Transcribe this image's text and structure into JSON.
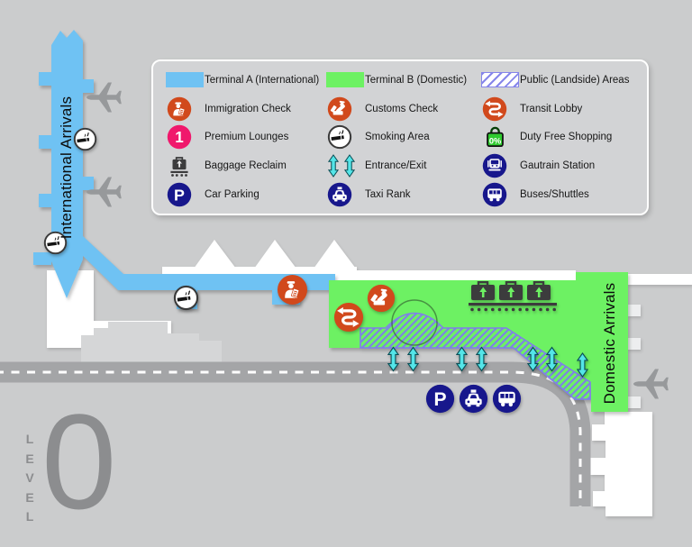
{
  "legend": {
    "items": [
      {
        "id": "terminal-a",
        "label": "Terminal A (International)"
      },
      {
        "id": "terminal-b",
        "label": "Terminal B (Domestic)"
      },
      {
        "id": "public-areas",
        "label": "Public (Landside) Areas"
      },
      {
        "id": "immigration",
        "label": "Immigration Check"
      },
      {
        "id": "customs",
        "label": "Customs Check"
      },
      {
        "id": "transit",
        "label": "Transit Lobby"
      },
      {
        "id": "premium-lounges",
        "label": "Premium Lounges"
      },
      {
        "id": "smoking",
        "label": "Smoking Area"
      },
      {
        "id": "duty-free",
        "label": "Duty Free Shopping"
      },
      {
        "id": "baggage",
        "label": "Baggage Reclaim"
      },
      {
        "id": "entrance-exit",
        "label": "Entrance/Exit"
      },
      {
        "id": "gautrain",
        "label": "Gautrain Station"
      },
      {
        "id": "parking",
        "label": "Car Parking"
      },
      {
        "id": "taxi",
        "label": "Taxi Rank"
      },
      {
        "id": "bus",
        "label": "Buses/Shuttles"
      }
    ],
    "glyphs": {
      "premium": "1",
      "parking": "P",
      "duty_free": "0%"
    }
  },
  "map": {
    "international_arrivals_label": "International Arrivals",
    "domestic_arrivals_label": "Domestic Arrivals",
    "level_letters": [
      "L",
      "E",
      "V",
      "E",
      "L"
    ],
    "level_number": "0"
  },
  "colors": {
    "background": "#CBCCCD",
    "terminal_a_blue": "#6FC2F3",
    "terminal_b_green": "#6DF163",
    "public_hatch_blue": "#8585EA",
    "icon_orange": "#D1491C",
    "icon_navy": "#17178C",
    "icon_pink": "#F0186C",
    "duty_free_green": "#2FCB2F",
    "entrance_cyan": "#54E5E8",
    "road_gray": "#A4A5A7",
    "level_text_gray": "#8C8D8F"
  }
}
